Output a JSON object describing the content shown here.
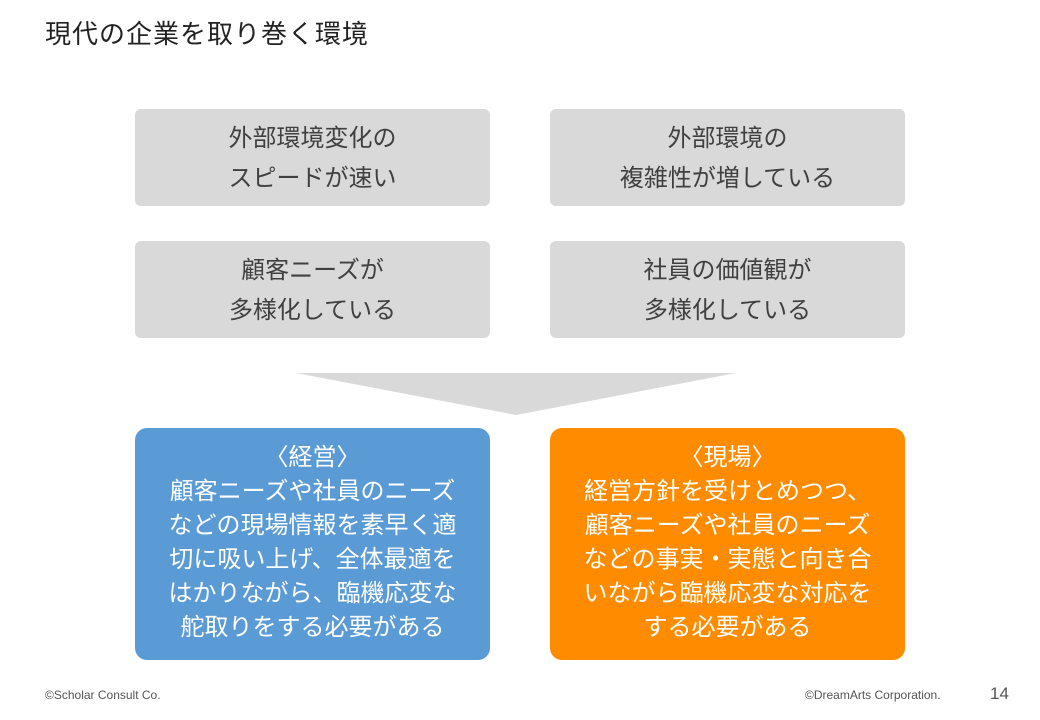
{
  "title": "現代の企業を取り巻く環境",
  "grey_boxes": {
    "speed": [
      "外部環境変化の",
      "スピードが速い"
    ],
    "complexity": [
      "外部環境の",
      "複雑性が増している"
    ],
    "customer": [
      "顧客ニーズが",
      "多様化している"
    ],
    "values": [
      "社員の価値観が",
      "多様化している"
    ]
  },
  "management": {
    "heading": "〈経営〉",
    "lines": [
      "顧客ニーズや社員のニーズ",
      "などの現場情報を素早く適",
      "切に吸い上げ、全体最適を",
      "はかりながら、臨機応変な",
      "舵取りをする必要がある"
    ]
  },
  "field": {
    "heading": "〈現場〉",
    "lines": [
      "経営方針を受けとめつつ、",
      "顧客ニーズや社員のニーズ",
      "などの事実・実態と向き合",
      "いながら臨機応変な対応を",
      "する必要がある"
    ]
  },
  "colors": {
    "grey_box": "#d9d9d9",
    "management": "#5b9bd5",
    "field": "#ff8c00",
    "arrow": "#d9d9d9"
  },
  "footer": {
    "left": "©Scholar Consult Co.",
    "right": "©DreamArts Corporation.",
    "page": "14"
  }
}
